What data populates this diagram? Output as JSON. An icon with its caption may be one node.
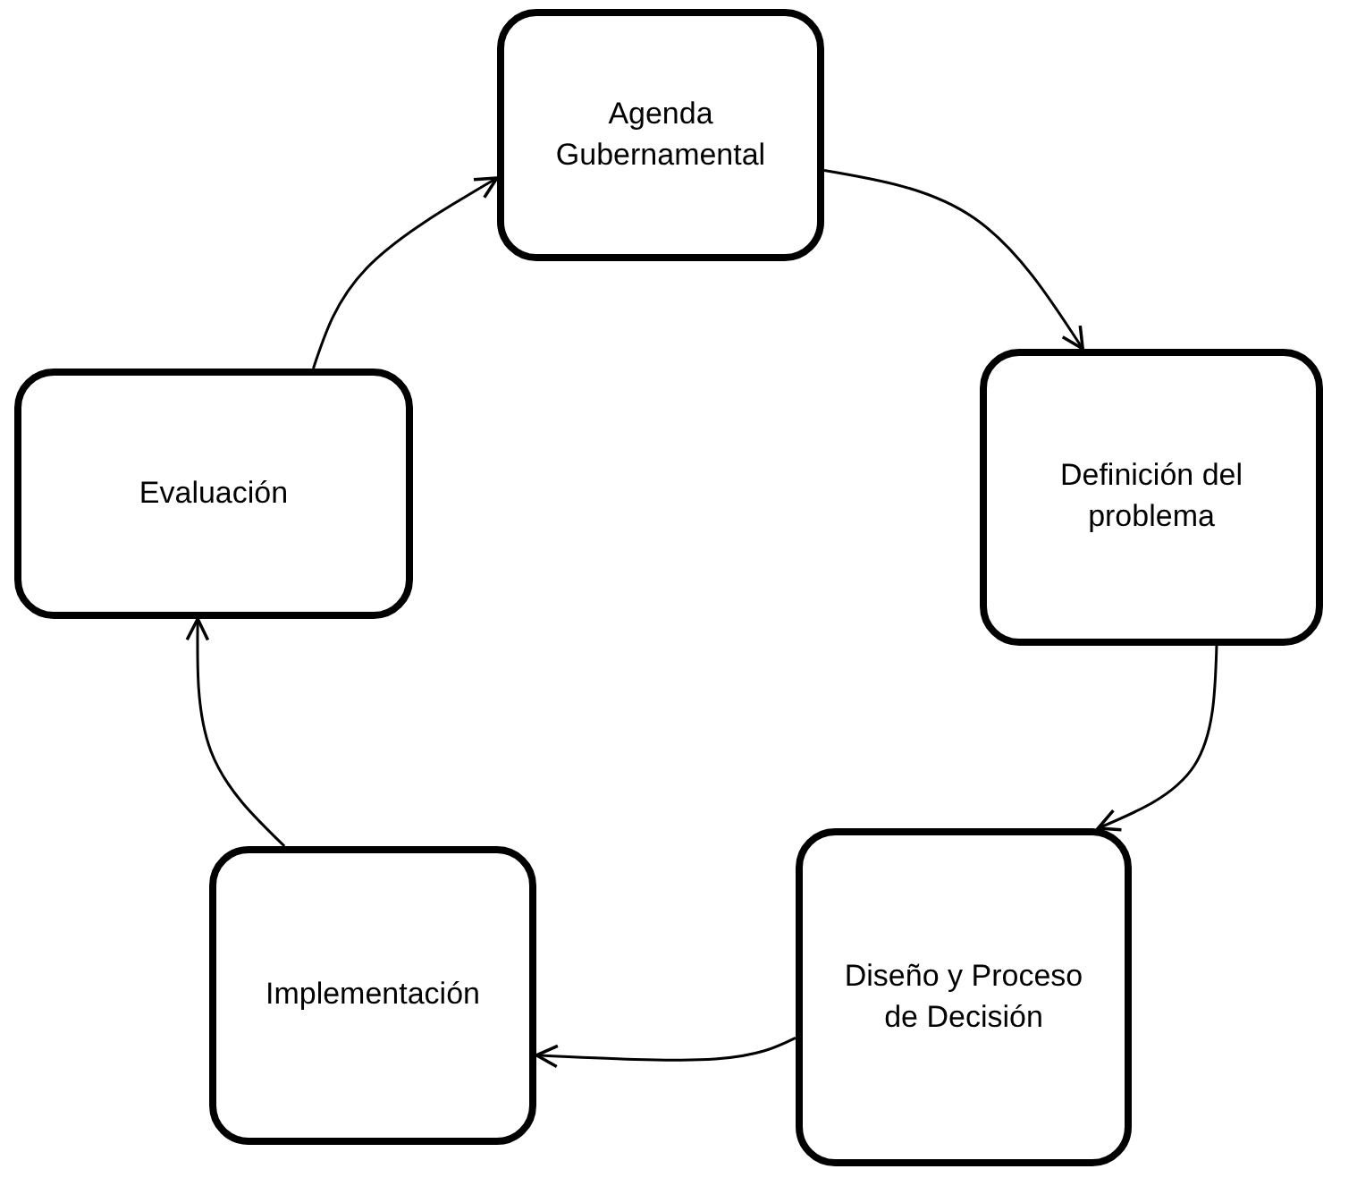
{
  "diagram": {
    "nodes": [
      {
        "text": [
          "Agenda Gubernamental"
        ]
      },
      {
        "text": [
          "Definición del problema"
        ]
      },
      {
        "text": [
          "Diseño y Proceso de Decisión"
        ]
      },
      {
        "text": [
          "Implementación"
        ]
      },
      {
        "text": [
          "Evaluación"
        ]
      }
    ],
    "edges": [
      {
        "from": 0,
        "to": 1,
        "arrow": "to"
      },
      {
        "from": 1,
        "to": 2,
        "arrow": "to"
      },
      {
        "from": 2,
        "to": 3,
        "arrow": "to"
      },
      {
        "from": 3,
        "to": 4,
        "arrow": "to"
      },
      {
        "from": 4,
        "to": 0,
        "arrow": "to"
      }
    ]
  }
}
